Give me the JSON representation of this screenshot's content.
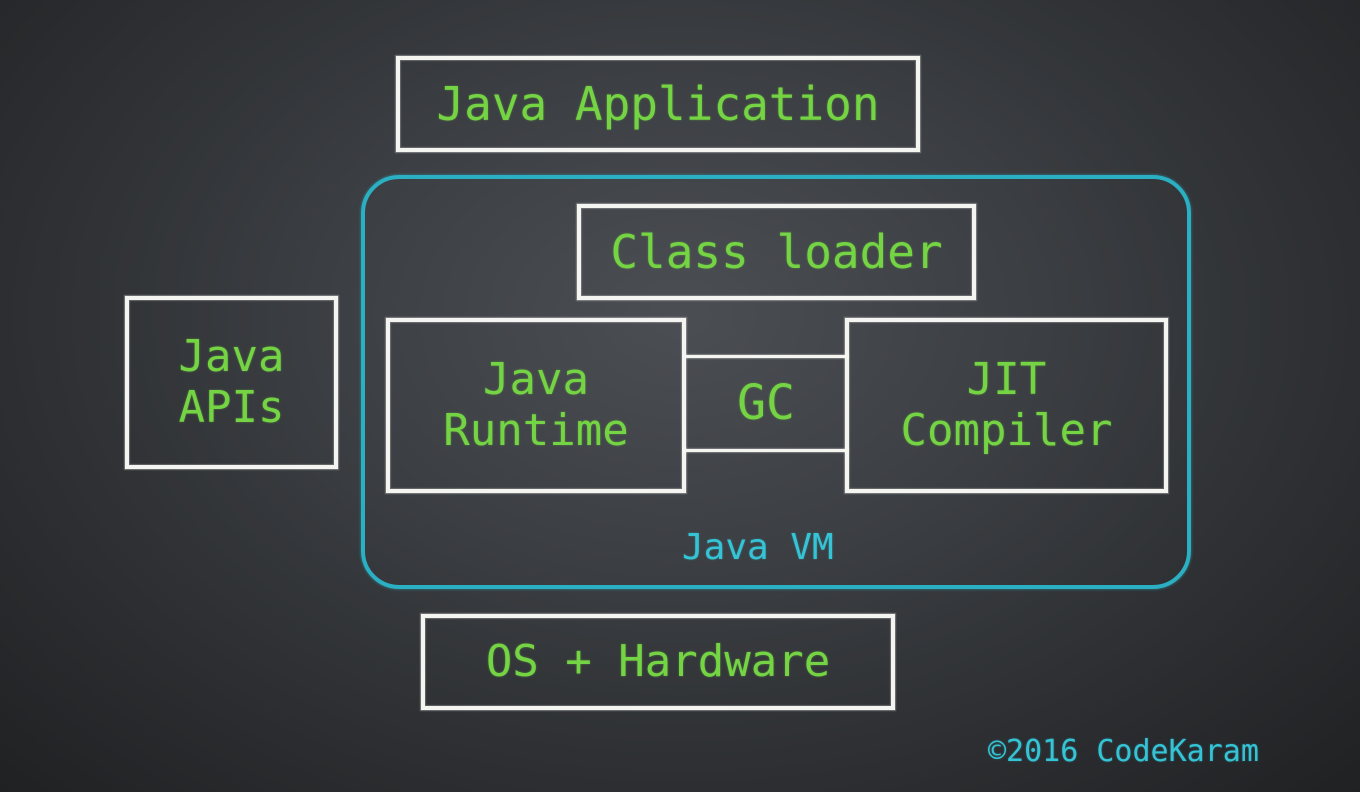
{
  "diagram": {
    "app": {
      "label": "Java Application"
    },
    "apis": {
      "line1": "Java",
      "line2": "APIs"
    },
    "vm": {
      "label": "Java VM",
      "class_loader": "Class loader",
      "runtime": {
        "line1": "Java",
        "line2": "Runtime"
      },
      "gc": "GC",
      "jit": {
        "line1": "JIT",
        "line2": "Compiler"
      }
    },
    "os": {
      "label": "OS + Hardware"
    }
  },
  "footer": {
    "copyright": "©2016 CodeKaram"
  },
  "colors": {
    "background": "#3b3e42",
    "box_border": "#f4f4f0",
    "component_text": "#74d443",
    "vm_accent": "#2ab0c2"
  }
}
